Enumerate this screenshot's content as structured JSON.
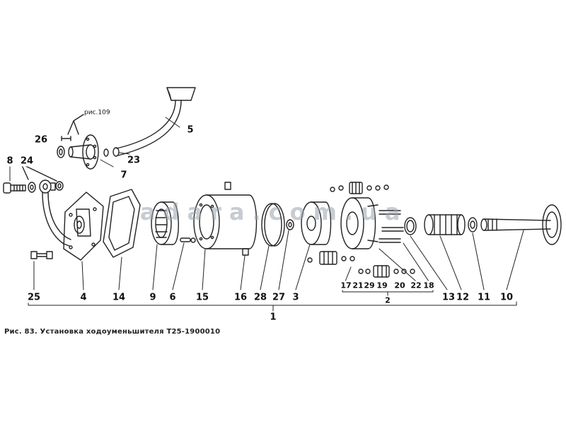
{
  "figure": {
    "caption": "Рис. 83. Установка ходоуменьшителя Т25-1900010",
    "watermark": "adara.com.ua",
    "reference_note": "рис.109"
  },
  "callouts": {
    "c1": "1",
    "c2": "2",
    "c3": "3",
    "c4": "4",
    "c5": "5",
    "c6": "6",
    "c7": "7",
    "c8": "8",
    "c9": "9",
    "c10": "10",
    "c11": "11",
    "c12": "12",
    "c13": "13",
    "c14": "14",
    "c15": "15",
    "c16": "16",
    "c17": "17",
    "c18": "18",
    "c19": "19",
    "c20": "20",
    "c21": "21",
    "c22": "22",
    "c23": "23",
    "c24": "24",
    "c25": "25",
    "c26": "26",
    "c27": "27",
    "c28": "28",
    "c29": "29"
  },
  "style": {
    "line_color": "#222222",
    "watermark_color": "#9aa3ae"
  }
}
